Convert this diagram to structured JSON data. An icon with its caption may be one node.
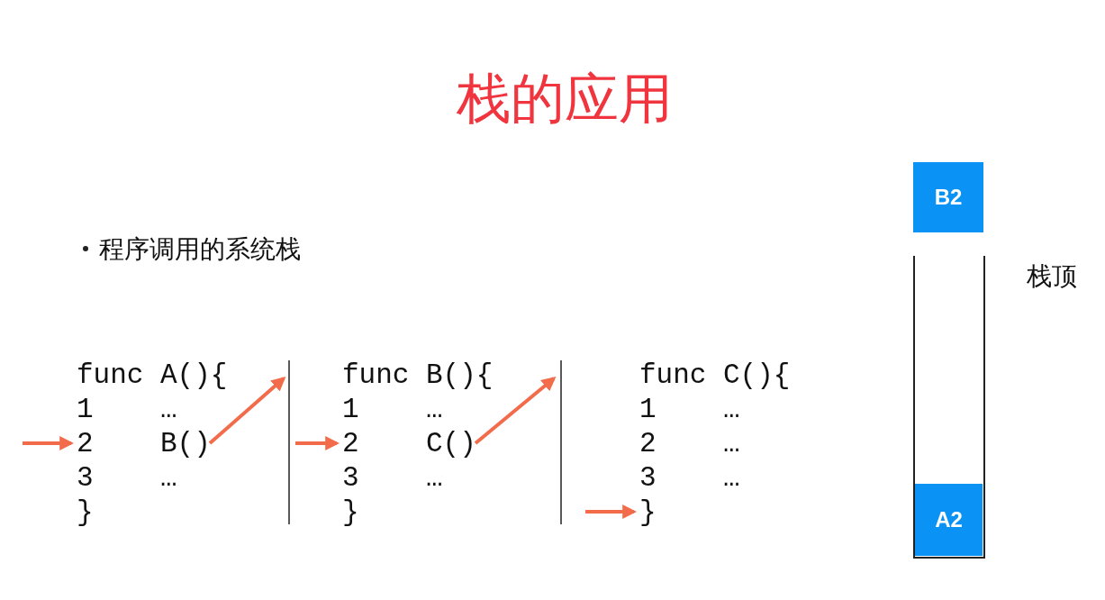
{
  "diagram": {
    "title": "栈的应用",
    "nodes": [
      {
        "text": [
          "func A(){",
          "1    …",
          "2    B()",
          "3    …",
          "}"
        ]
      },
      {
        "text": [
          "func B(){",
          "1    …",
          "2    C()",
          "3    …",
          "}"
        ]
      },
      {
        "text": [
          "func C(){",
          "1    …",
          "2    …",
          "3    …",
          "}"
        ]
      },
      {
        "text": [
          "B2"
        ]
      },
      {
        "text": [],
        "shape": "box"
      },
      {
        "text": [
          "A2"
        ],
        "in": 4
      }
    ],
    "edges": [
      {
        "from": null,
        "to": 0,
        "arrow": "to"
      },
      {
        "from": 0,
        "to": null,
        "arrow": "to"
      },
      {
        "from": null,
        "to": 1,
        "arrow": "to"
      },
      {
        "from": 1,
        "to": null,
        "arrow": "to"
      },
      {
        "from": null,
        "to": 2,
        "arrow": "to"
      }
    ],
    "labels": [
      "程序调用的系统栈",
      "栈顶"
    ]
  }
}
